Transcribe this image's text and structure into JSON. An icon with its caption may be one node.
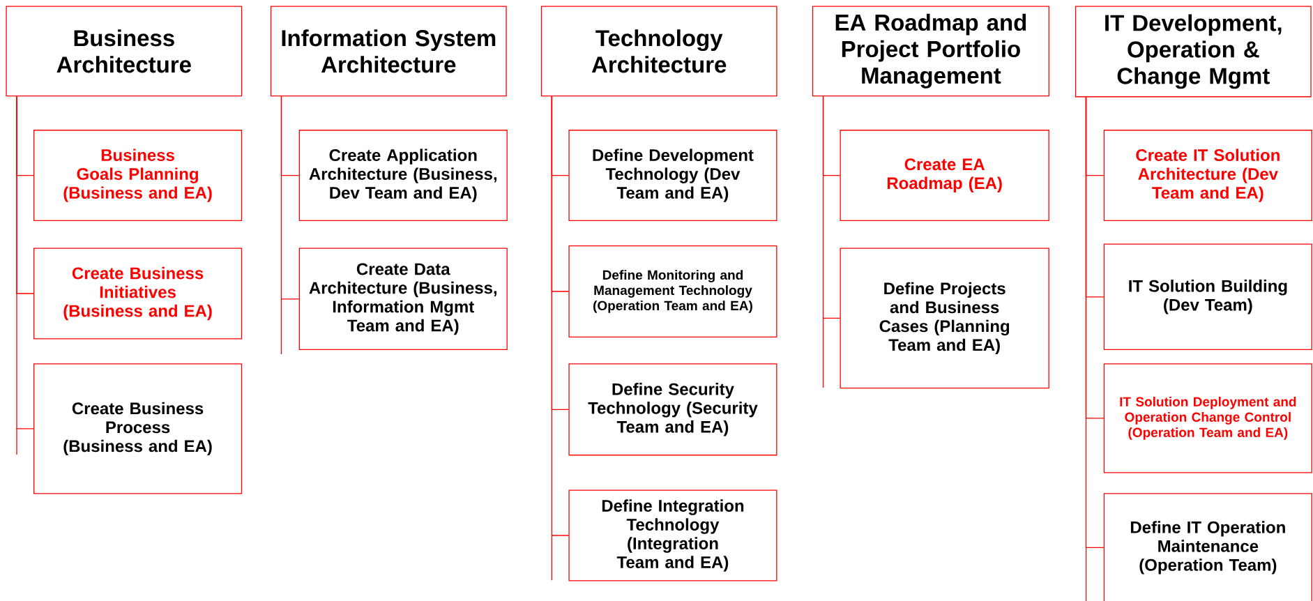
{
  "diagram": {
    "nodes": [
      {
        "text": [
          "Business Architecture"
        ]
      },
      {
        "text": [
          "Business Goals Planning (Business and EA)"
        ]
      },
      {
        "text": [
          "Create Business Initiatives (Business and EA)"
        ]
      },
      {
        "text": [
          "Create Business Process (Business and EA)"
        ]
      },
      {
        "text": [
          "Information System Architecture"
        ]
      },
      {
        "text": [
          "Create Application Architecture (Business, Dev Team and EA)"
        ]
      },
      {
        "text": [
          "Create Data Architecture (Business, Information Mgmt Team and EA)"
        ]
      },
      {
        "text": [
          "Technology Architecture"
        ]
      },
      {
        "text": [
          "Define Development Technology (Dev Team and EA)"
        ]
      },
      {
        "text": [
          "Define Monitoring and Management Technology (Operation Team and EA)"
        ]
      },
      {
        "text": [
          "Define Security Technology (Security Team and EA)"
        ]
      },
      {
        "text": [
          "Define Integration Technology (Integration Team and EA)"
        ]
      },
      {
        "text": [
          "EA Roadmap and Project Portfolio Management"
        ]
      },
      {
        "text": [
          "Create EA Roadmap (EA)"
        ]
      },
      {
        "text": [
          "Define Projects and Business Cases (Planning Team and EA)"
        ]
      },
      {
        "text": [
          "IT Development, Operation & Change Mgmt"
        ]
      },
      {
        "text": [
          "Create IT Solution Architecture (Dev Team and EA)"
        ]
      },
      {
        "text": [
          "IT Solution Building (Dev Team)"
        ]
      },
      {
        "text": [
          "IT Solution Deployment and Operation Change Control (Operation Team and EA)"
        ]
      },
      {
        "text": [
          "Define IT Operation Maintenance (Operation Team)"
        ]
      }
    ],
    "edges": [
      {
        "from": 0,
        "to": 1,
        "arrow": "none"
      },
      {
        "from": 0,
        "to": 2,
        "arrow": "none"
      },
      {
        "from": 0,
        "to": 3,
        "arrow": "none"
      },
      {
        "from": 4,
        "to": 5,
        "arrow": "none"
      },
      {
        "from": 4,
        "to": 6,
        "arrow": "none"
      },
      {
        "from": 7,
        "to": 8,
        "arrow": "none"
      },
      {
        "from": 7,
        "to": 9,
        "arrow": "none"
      },
      {
        "from": 7,
        "to": 10,
        "arrow": "none"
      },
      {
        "from": 7,
        "to": 11,
        "arrow": "none"
      },
      {
        "from": 12,
        "to": 13,
        "arrow": "none"
      },
      {
        "from": 12,
        "to": 14,
        "arrow": "none"
      },
      {
        "from": 15,
        "to": 16,
        "arrow": "none"
      },
      {
        "from": 15,
        "to": 17,
        "arrow": "none"
      },
      {
        "from": 15,
        "to": 18,
        "arrow": "none"
      },
      {
        "from": 15,
        "to": 19,
        "arrow": "none"
      }
    ]
  }
}
